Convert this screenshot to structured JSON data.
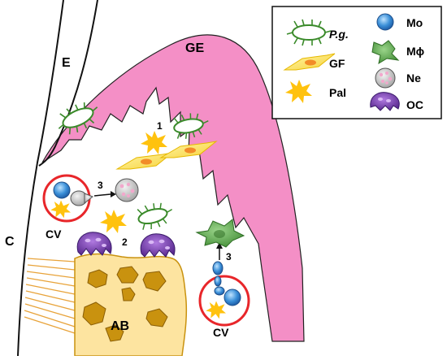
{
  "labels": {
    "gingival_epithelium": "GE",
    "enamel": "E",
    "cementum": "C",
    "alveolar_bone": "AB",
    "capillary_vessel_left": "CV",
    "capillary_vessel_right": "CV",
    "step_1": "1",
    "step_2": "2",
    "step_3_left": "3",
    "step_3_right": "3"
  },
  "legend": {
    "pg": "P.g.",
    "gf": "GF",
    "pal": "Pal",
    "mo": "Mo",
    "mphi": "Mϕ",
    "ne": "Ne",
    "oc": "OC"
  },
  "colors": {
    "gingiva_pink": "#f48fc6",
    "bone_fill": "#fde4a0",
    "bone_hole": "#c9920f",
    "vessel_red": "#e8262a",
    "bacteria_green": "#3a8a2a",
    "fibroblast_yellow": "#fde86a",
    "fibroblast_nucleus": "#f28c28",
    "pal_yellow": "#ffc20e",
    "monocyte_blue": "#3a8fd8",
    "macrophage_green": "#5aa64a",
    "osteoclast_purple": "#7b3fb5",
    "neutrophil_grey": "#c8c8c8"
  }
}
